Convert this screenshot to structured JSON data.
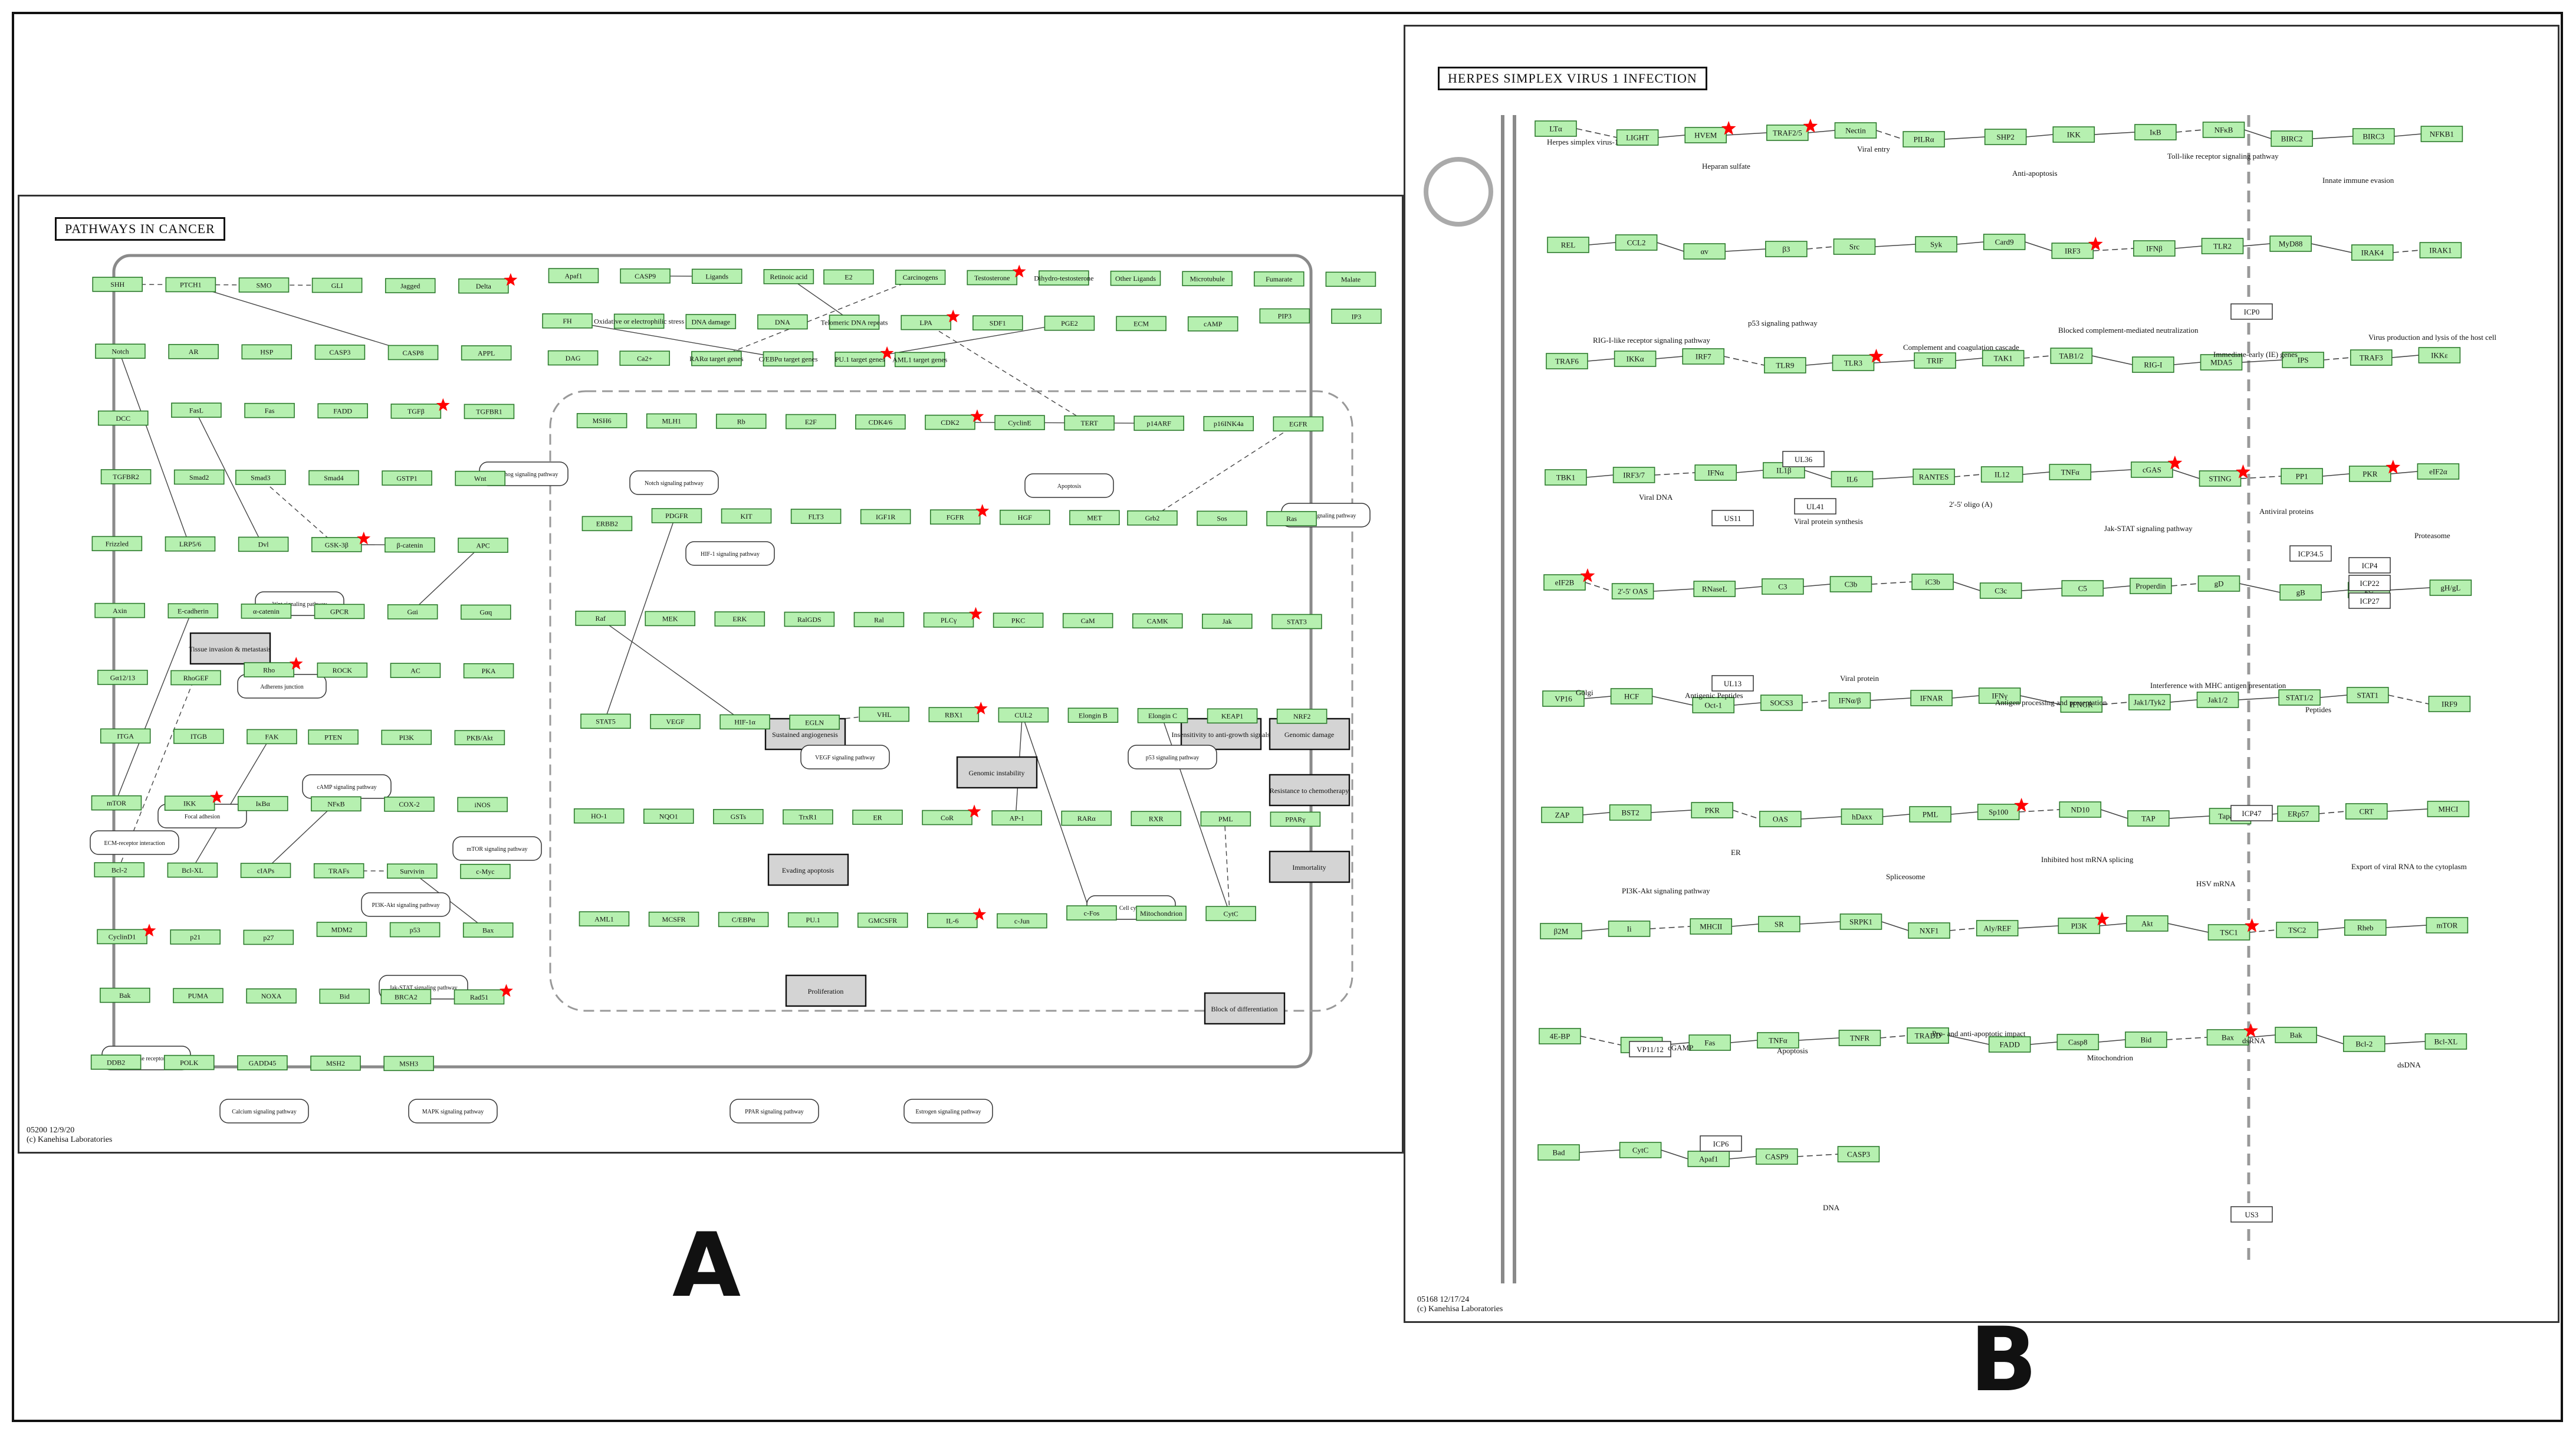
{
  "panel_a": {
    "title": "PATHWAYS IN CANCER",
    "footer_line1": "05200 12/9/20",
    "footer_line2": "(c) Kanehisa Laboratories",
    "label": "A",
    "outcomes": [
      "Evading apoptosis",
      "Proliferation",
      "Sustained angiogenesis",
      "Genomic instability",
      "Genomic damage",
      "Immortality",
      "Block of differentiation",
      "Tissue invasion & metastasis",
      "Insensitivity to anti-growth signals",
      "Resistance to chemotherapy"
    ],
    "pathways": [
      "Hedgehog signaling pathway",
      "Notch signaling pathway",
      "Wnt signaling pathway",
      "Adherens junction",
      "Focal adhesion",
      "ECM-receptor interaction",
      "cAMP signaling pathway",
      "PI3K-Akt signaling pathway",
      "mTOR signaling pathway",
      "Jak-STAT signaling pathway",
      "MAPK signaling pathway",
      "Calcium signaling pathway",
      "Cytokine-cytokine receptor interaction",
      "HIF-1 signaling pathway",
      "VEGF signaling pathway",
      "p53 signaling pathway",
      "TGF-β signaling pathway",
      "Apoptosis",
      "Cell cycle",
      "Estrogen signaling pathway",
      "PPAR signaling pathway"
    ],
    "genes": [
      "SHH",
      "PTCH1",
      "SMO",
      "GLI",
      "Jagged",
      "Delta",
      "Notch",
      "AR",
      "HSP",
      "CASP3",
      "CASP8",
      "APPL",
      "DCC",
      "FasL",
      "Fas",
      "FADD",
      "TGFβ",
      "TGFBR1",
      "TGFBR2",
      "Smad2",
      "Smad3",
      "Smad4",
      "GSTP1",
      "Wnt",
      "Frizzled",
      "LRP5/6",
      "Dvl",
      "GSK-3β",
      "β-catenin",
      "APC",
      "Axin",
      "E-cadherin",
      "α-catenin",
      "GPCR",
      "Gαi",
      "Gαq",
      "Gα12/13",
      "RhoGEF",
      "Rho",
      "ROCK",
      "AC",
      "PKA",
      "ITGA",
      "ITGB",
      "FAK",
      "PTEN",
      "PI3K",
      "PKB/Akt",
      "mTOR",
      "IKK",
      "IκBα",
      "NFκB",
      "COX-2",
      "iNOS",
      "Bcl-2",
      "Bcl-XL",
      "cIAPs",
      "TRAFs",
      "Survivin",
      "c-Myc",
      "CyclinD1",
      "p21",
      "p27",
      "MDM2",
      "p53",
      "Bax",
      "Bak",
      "PUMA",
      "NOXA",
      "Bid",
      "BRCA2",
      "Rad51",
      "DDB2",
      "POLK",
      "GADD45",
      "MSH2",
      "MSH3",
      "MSH6",
      "MLH1",
      "Rb",
      "E2F",
      "CDK4/6",
      "CDK2",
      "CyclinE",
      "TERT",
      "p14ARF",
      "p16INK4a",
      "EGFR",
      "ERBB2",
      "PDGFR",
      "KIT",
      "FLT3",
      "IGF1R",
      "FGFR",
      "HGF",
      "MET",
      "Grb2",
      "Sos",
      "Ras",
      "Raf",
      "MEK",
      "ERK",
      "RalGDS",
      "Ral",
      "PLCγ",
      "PKC",
      "CaM",
      "CAMK",
      "Jak",
      "STAT3",
      "STAT5",
      "VEGF",
      "HIF-1α",
      "EGLN",
      "VHL",
      "RBX1",
      "CUL2",
      "Elongin B",
      "Elongin C",
      "KEAP1",
      "NRF2",
      "HO-1",
      "NQO1",
      "GSTs",
      "TrxR1",
      "ER",
      "CoR",
      "AP-1",
      "RARα",
      "RXR",
      "PML",
      "PPARγ",
      "AML1",
      "MCSFR",
      "C/EBPα",
      "PU.1",
      "GMCSFR",
      "IL-6",
      "c-Jun",
      "c-Fos",
      "Mitochondrion",
      "CytC",
      "Apaf1",
      "CASP9",
      "Ligands",
      "Retinoic acid",
      "E2",
      "Carcinogens",
      "Testosterone",
      "Dihydro-testosterone",
      "Other Ligands",
      "Microtubule",
      "Fumarate",
      "Malate",
      "FH",
      "Oxidative or electrophilic stress",
      "DNA damage",
      "DNA",
      "Telomeric DNA repeats",
      "LPA",
      "SDF1",
      "PGE2",
      "ECM",
      "cAMP",
      "PIP3",
      "IP3",
      "DAG",
      "Ca2+",
      "RARα target genes",
      "C/EBPα target genes",
      "PU.1 target genes",
      "AML1 target genes"
    ]
  },
  "panel_b": {
    "title": "HERPES SIMPLEX VIRUS 1 INFECTION",
    "footer_line1": "05168 12/17/24",
    "footer_line2": "(c) Kanehisa Laboratories",
    "label": "B",
    "notes": [
      "Herpes simplex virus-1",
      "Heparan sulfate",
      "Viral entry",
      "Anti-apoptosis",
      "Toll-like receptor signaling pathway",
      "Innate immune evasion",
      "RIG-I-like receptor signaling pathway",
      "p53 signaling pathway",
      "Complement and coagulation cascade",
      "Blocked complement-mediated neutralization",
      "Immediate-early (IE) genes",
      "Virus production and lysis of the host cell",
      "Viral DNA",
      "Viral protein synthesis",
      "2'-5' oligo (A)",
      "Jak-STAT signaling pathway",
      "Antiviral proteins",
      "Proteasome",
      "Antigenic Peptides",
      "Viral protein",
      "Antigen processing and presentation",
      "Interference with MHC antigen presentation",
      "Peptides",
      "Golgi",
      "ER",
      "Spliceosome",
      "Inhibited host mRNA splicing",
      "HSV mRNA",
      "Export of viral RNA to the cytoplasm",
      "PI3K-Akt signaling pathway",
      "Apoptosis",
      "Pro- and anti-apoptotic impact",
      "Mitochondrion",
      "dsRNA",
      "dsDNA",
      "cGAMP",
      "DNA"
    ],
    "genes": [
      "LTα",
      "LIGHT",
      "HVEM",
      "TRAF2/5",
      "Nectin",
      "PILRα",
      "SHP2",
      "IKK",
      "IκB",
      "NFκB",
      "BIRC2",
      "BIRC3",
      "NFKB1",
      "REL",
      "CCL2",
      "αv",
      "β3",
      "Src",
      "Syk",
      "Card9",
      "IRF3",
      "IFNβ",
      "TLR2",
      "MyD88",
      "IRAK4",
      "IRAK1",
      "TRAF6",
      "IKKα",
      "IRF7",
      "TLR9",
      "TLR3",
      "TRIF",
      "TAK1",
      "TAB1/2",
      "RIG-I",
      "MDA5",
      "IPS",
      "TRAF3",
      "IKKε",
      "TBK1",
      "IRF3/7",
      "IFNα",
      "IL1β",
      "IL6",
      "RANTES",
      "IL12",
      "TNFα",
      "cGAS",
      "STING",
      "PP1",
      "PKR",
      "eIF2α",
      "eIF2B",
      "2'-5' OAS",
      "RNaseL",
      "C3",
      "C3b",
      "iC3b",
      "C3c",
      "C5",
      "Properdin",
      "gD",
      "gB",
      "gC",
      "gH/gL",
      "VP16",
      "HCF",
      "Oct-1",
      "SOCS3",
      "IFNα/β",
      "IFNAR",
      "IFNγ",
      "IFNGR",
      "Jak1/Tyk2",
      "Jak1/2",
      "STAT1/2",
      "STAT1",
      "IRF9",
      "ZAP",
      "BST2",
      "PKR",
      "OAS",
      "hDaxx",
      "PML",
      "Sp100",
      "ND10",
      "TAP",
      "Tapasin",
      "ERp57",
      "CRT",
      "MHCI",
      "β2M",
      "Ii",
      "MHCII",
      "SR",
      "SRPK1",
      "NXF1",
      "Aly/REF",
      "PI3K",
      "Akt",
      "TSC1",
      "TSC2",
      "Rheb",
      "mTOR",
      "4E-BP",
      "FasL",
      "Fas",
      "TNFα",
      "TNFR",
      "TRADD",
      "FADD",
      "Casp8",
      "Bid",
      "Bax",
      "Bak",
      "Bcl-2",
      "Bcl-XL",
      "Bad",
      "CytC",
      "Apaf1",
      "CASP9",
      "CASP3"
    ],
    "viral_factors": [
      "ICP0",
      "ICP4",
      "ICP22",
      "ICP27",
      "ICP47",
      "ICP34.5",
      "ICP6",
      "US3",
      "US11",
      "UL36",
      "UL41",
      "UL13",
      "VP11/12"
    ]
  },
  "colors": {
    "gene_fill": "#b6f0b0",
    "gene_border": "#2c7a2c",
    "outcome_fill": "#d4d4d4",
    "marker": "#ff0000",
    "line": "#444444",
    "membrane": "#8a8a8a"
  }
}
